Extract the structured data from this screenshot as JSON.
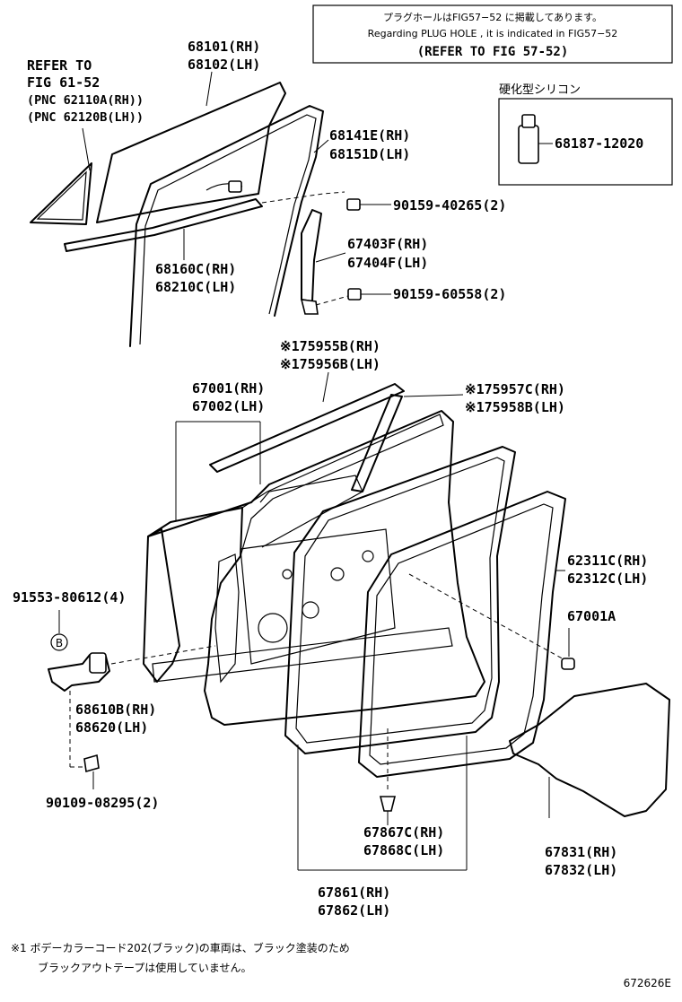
{
  "header_box": {
    "line_jp": "プラグホールはFIG57−52 に掲載してあります。",
    "line_en": "Regarding PLUG HOLE , it is indicated in FIG57−52",
    "line_ref": "(REFER TO FIG 57-52)"
  },
  "refer_note": {
    "line1": "REFER TO",
    "line2": "FIG 61-52",
    "line3": "(PNC 62110A(RH))",
    "line4": "(PNC 62120B(LH))"
  },
  "sealant": {
    "title": "硬化型シリコン",
    "part": "68187-12020"
  },
  "labels": {
    "p68101": "68101(RH)",
    "p68102": "68102(LH)",
    "p68141": "68141E(RH)",
    "p68151": "68151D(LH)",
    "p90159a": "90159-40265(2)",
    "p67403": "67403F(RH)",
    "p67404": "67404F(LH)",
    "p90159b": "90159-60558(2)",
    "p68160": "68160C(RH)",
    "p68210": "68210C(LH)",
    "p75955": "※175955B(RH)",
    "p75956": "※175956B(LH)",
    "p67001": "67001(RH)",
    "p67002": "67002(LH)",
    "p75957": "※175957C(RH)",
    "p75958": "※175958B(LH)",
    "p62311": "62311C(RH)",
    "p62312": "62312C(LH)",
    "p91553": "91553-80612(4)",
    "p67001a": "67001A",
    "p68610": "68610B(RH)",
    "p68620": "68620(LH)",
    "p90109": "90109-08295(2)",
    "p67867": "67867C(RH)",
    "p67868": "67868C(LH)",
    "p67831": "67831(RH)",
    "p67832": "67832(LH)",
    "p67861": "67861(RH)",
    "p67862": "67862(LH)",
    "b_marker": "B"
  },
  "footnote": {
    "line1": "※1 ボデーカラーコード202(ブラック)の車両は、ブラック塗装のため",
    "line2": "ブラックアウトテープは使用していません。"
  },
  "diagram_id": "672626E"
}
